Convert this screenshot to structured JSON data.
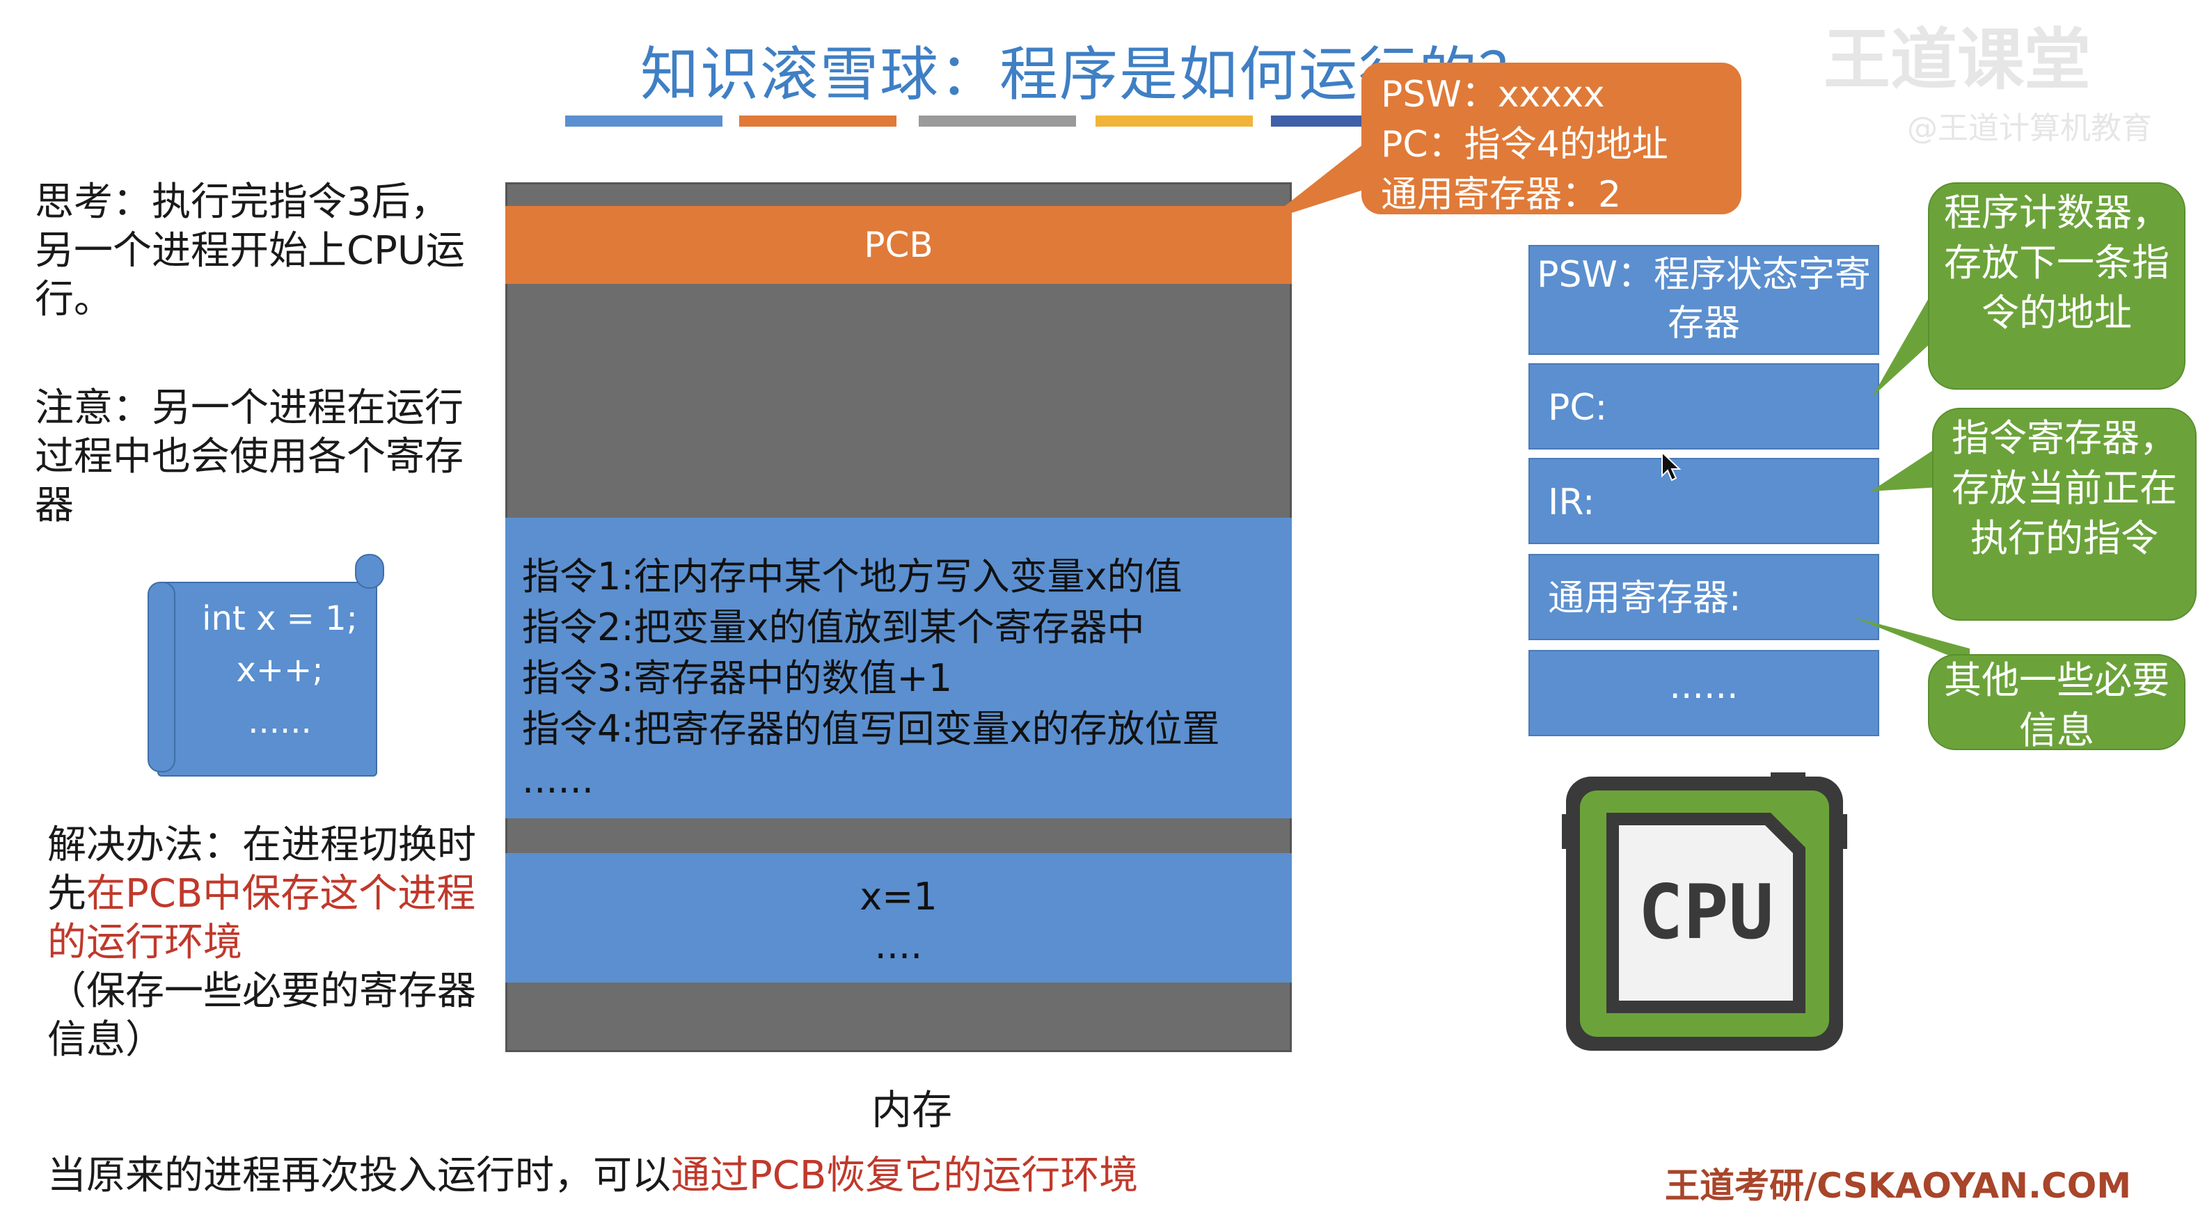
{
  "title": "知识滚雪球：程序是如何运行的？",
  "title_underline_colors": [
    "#5b8fcf",
    "#e07a38",
    "#9a9a9a",
    "#f0b43a",
    "#3f5fa8"
  ],
  "watermark": {
    "logo": "王道课堂",
    "sub": "@王道计算机教育"
  },
  "left": {
    "think": "思考：执行完指令3后，另一个进程开始上CPU运行。",
    "note": "注意：另一个进程在运行过程中也会使用各个寄存器",
    "code_lines": [
      "int x = 1;",
      "x++;",
      "......"
    ],
    "solution_prefix": "解决办法：在进程切换时先",
    "solution_highlight": "在PCB中保存这个进程的运行环境",
    "solution_suffix": "（保存一些必要的寄存器信息）"
  },
  "memory": {
    "pcb_label": "PCB",
    "instructions": [
      "指令1:往内存中某个地方写入变量x的值",
      "指令2:把变量x的值放到某个寄存器中",
      "指令3:寄存器中的数值+1",
      "指令4:把寄存器的值写回变量x的存放位置",
      "......"
    ],
    "data_lines": [
      "x=1",
      "...."
    ],
    "label": "内存"
  },
  "callout": {
    "lines": [
      "PSW：xxxxx",
      "PC：指令4的地址",
      "通用寄存器：2"
    ]
  },
  "registers": {
    "psw": "PSW：程序状态字寄存器",
    "pc": "PC:",
    "ir": "IR:",
    "general": "通用寄存器:",
    "more": "......"
  },
  "green_callouts": {
    "pc_desc": "程序计数器，存放下一条指令的地址",
    "ir_desc": "指令寄存器，存放当前正在执行的指令",
    "other_desc": "其他一些必要信息"
  },
  "cpu_label": "CPU",
  "bottom": {
    "prefix": "当原来的进程再次投入运行时，可以",
    "highlight": "通过PCB恢复它的运行环境"
  },
  "footer_brand": "王道考研/CSKAOYAN.COM",
  "colors": {
    "accent_blue": "#5b8fcf",
    "accent_orange": "#e07a38",
    "accent_green": "#6ba33a",
    "highlight_red": "#c0392b"
  }
}
